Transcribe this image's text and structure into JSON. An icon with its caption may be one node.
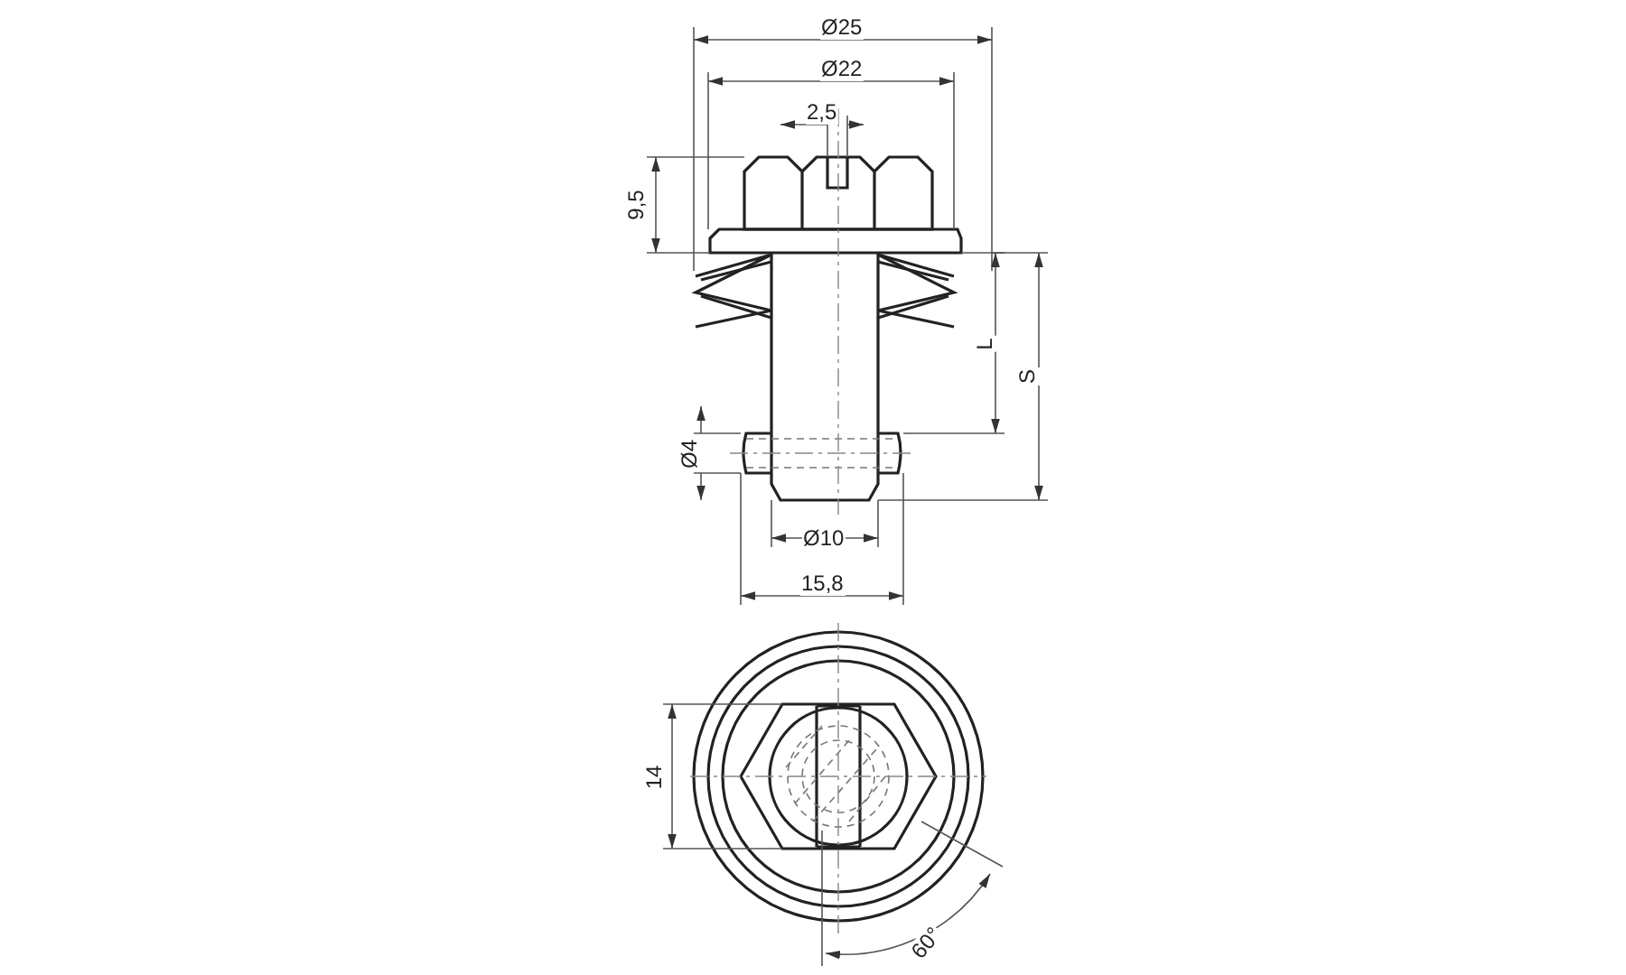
{
  "diagram": {
    "labels": [
      "Ø25",
      "Ø22",
      "2,5",
      "9,5",
      "L",
      "S",
      "Ø4",
      "Ø10",
      "15,8",
      "14",
      "60°"
    ]
  }
}
